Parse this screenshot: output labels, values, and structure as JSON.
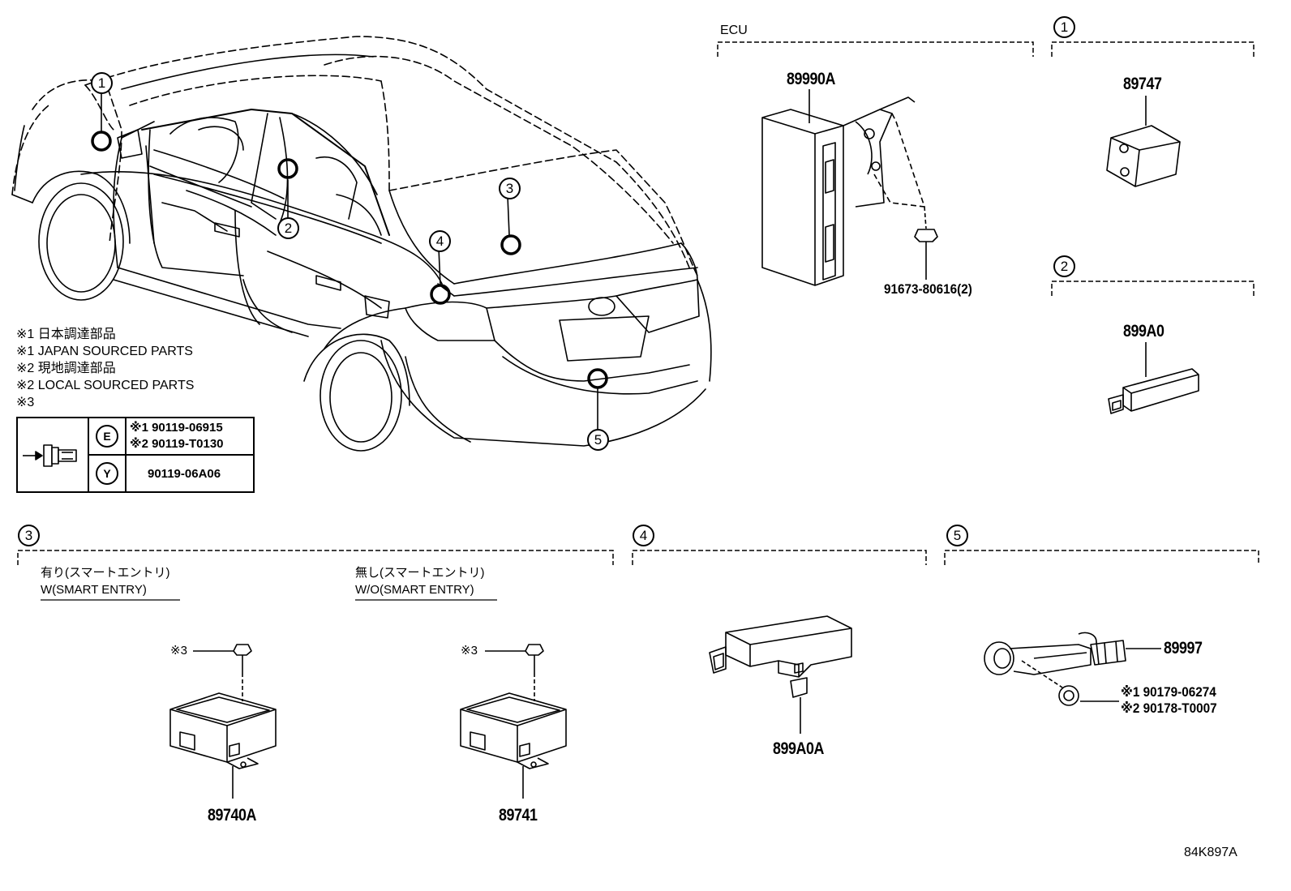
{
  "ecu_header": "ECU",
  "callouts": [
    "1",
    "2",
    "3",
    "4",
    "5"
  ],
  "notes": {
    "n1_jp": "※1 日本調達部品",
    "n1_en": "※1 JAPAN SOURCED PARTS",
    "n2_jp": "※2 現地調達部品",
    "n2_en": "※2 LOCAL SOURCED PARTS",
    "n3": "※3"
  },
  "fastener_table": {
    "e_code": "E",
    "y_code": "Y",
    "e_line1": "※1 90119-06915",
    "e_line2": "※2 90119-T0130",
    "y_line": "90119-06A06"
  },
  "parts": {
    "ecu": "89990A",
    "ecu_bolt": "91673-80616(2)",
    "p1": "89747",
    "p2": "899A0",
    "p3a": "89740A",
    "p3b": "89741",
    "p4": "899A0A",
    "p5": "89997",
    "p5_note1": "※1 90179-06274",
    "p5_note2": "※2 90178-T0007",
    "star3": "※3"
  },
  "section3": {
    "w_jp": "有り(スマートエントリ)",
    "w_en": "W(SMART ENTRY)",
    "wo_jp": "無し(スマートエントリ)",
    "wo_en": "W/O(SMART ENTRY)"
  },
  "diagram_code": "84K897A"
}
